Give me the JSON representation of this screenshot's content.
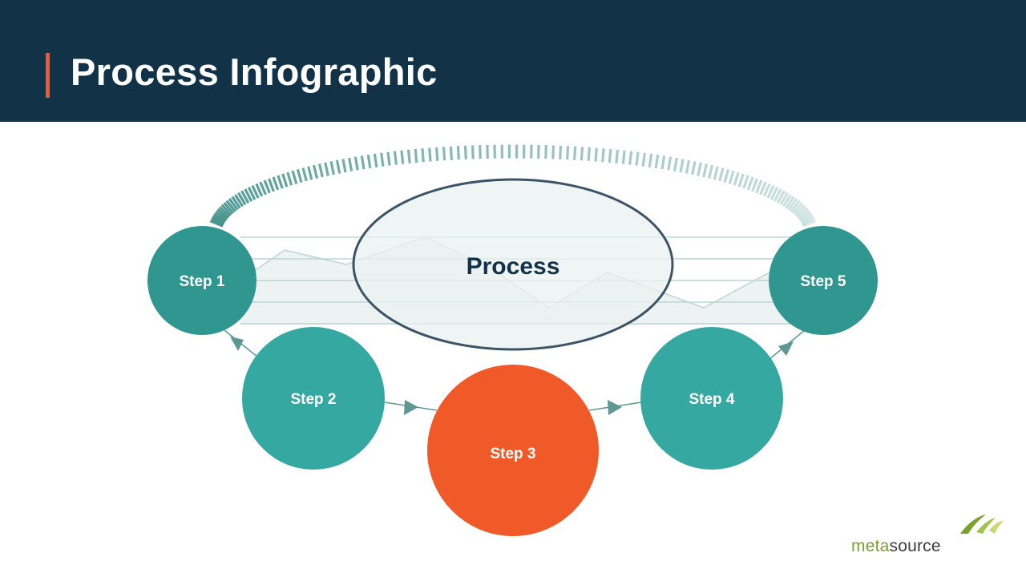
{
  "slide": {
    "title": "Process Infographic"
  },
  "center": {
    "label": "Process"
  },
  "steps": [
    {
      "label": "Step 1"
    },
    {
      "label": "Step 2"
    },
    {
      "label": "Step 3"
    },
    {
      "label": "Step 4"
    },
    {
      "label": "Step 5"
    }
  ],
  "logo": {
    "meta": "meta",
    "source": "source"
  },
  "colors": {
    "header": "#123247",
    "accent": "#f05a28",
    "teal_dark": "#2f9690",
    "teal": "#36a8a2",
    "orange": "#f05a28",
    "logo_green": "#7aa12e"
  }
}
